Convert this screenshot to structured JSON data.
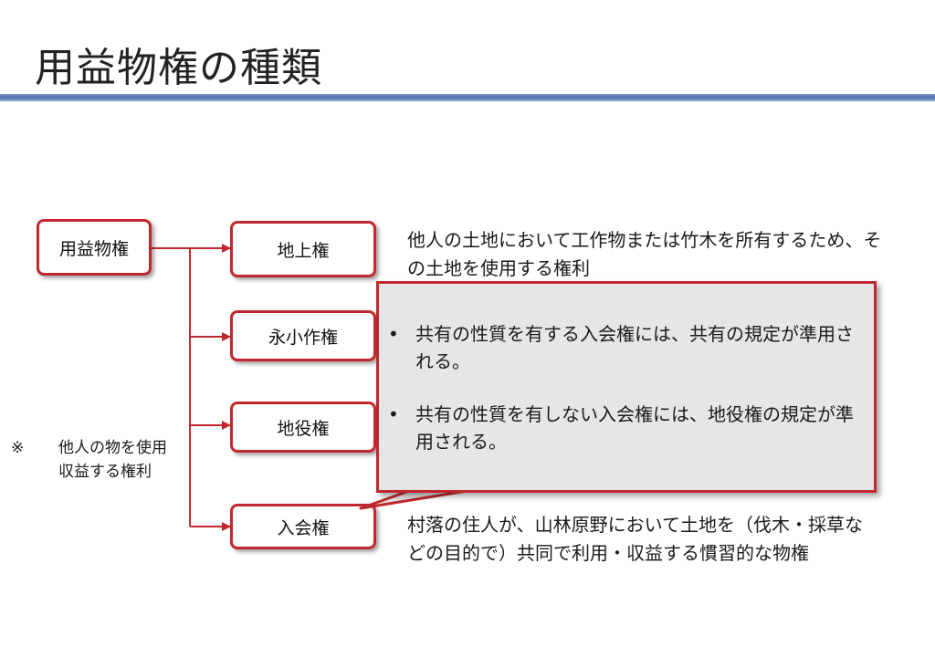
{
  "title": "用益物権の種類",
  "root": {
    "label": "用益物権"
  },
  "note": {
    "mark": "※",
    "text": "他人の物を使用収益する権利"
  },
  "rights": [
    {
      "label": "地上権",
      "description": "他人の土地において工作物または竹木を所有するため、その土地を使用する権利"
    },
    {
      "label": "永小作権",
      "description": ""
    },
    {
      "label": "地役権",
      "description": ""
    },
    {
      "label": "入会権",
      "description": "村落の住人が、山林原野において土地を（伐木・採草などの目的で）共同で利用・収益する慣習的な物権"
    }
  ],
  "callout": {
    "bullets": [
      {
        "symbol": "•",
        "text": "共有の性質を有する入会権には、共有の規定が準用される。"
      },
      {
        "symbol": "•",
        "text": "共有の性質を有しない入会権には、地役権の規定が準用される。"
      }
    ]
  },
  "colors": {
    "border": "#c0282d",
    "rule": "#4f72b0",
    "callout_bg": "#e6e6e6"
  }
}
